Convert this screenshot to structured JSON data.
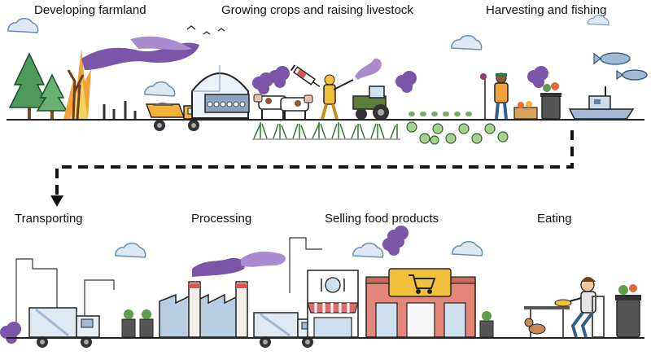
{
  "stages": {
    "top": [
      {
        "id": "developing-farmland",
        "label": "Developing farmland"
      },
      {
        "id": "growing-crops",
        "label": "Growing crops and raising livestock"
      },
      {
        "id": "harvesting-fishing",
        "label": "Harvesting and fishing"
      }
    ],
    "bottom": [
      {
        "id": "transporting",
        "label": "Transporting"
      },
      {
        "id": "processing",
        "label": "Processing"
      },
      {
        "id": "selling",
        "label": "Selling food products"
      },
      {
        "id": "eating",
        "label": "Eating"
      }
    ]
  },
  "colors": {
    "emission": "#7b56a8",
    "emission_light": "#a98ccf",
    "cloud": "#dde8f3",
    "cloud_stroke": "#6b8fb3",
    "ground": "#222222",
    "connector": "#111111"
  },
  "connector": {
    "style": "dashed",
    "from": "harvesting-fishing",
    "to": "transporting"
  },
  "icons": [
    "tree-icon",
    "fire-icon",
    "dump-truck-icon",
    "barn-icon",
    "cow-icon",
    "syringe-icon",
    "sprayer-person-icon",
    "tractor-icon",
    "crop-field-icon",
    "cabbage-icon",
    "farmer-icon",
    "trash-bin-icon",
    "fish-icon",
    "fishing-boat-icon",
    "cloud-icon",
    "bird-icon",
    "delivery-truck-icon",
    "factory-icon",
    "restaurant-icon",
    "supermarket-icon",
    "person-eating-icon",
    "cat-icon"
  ]
}
